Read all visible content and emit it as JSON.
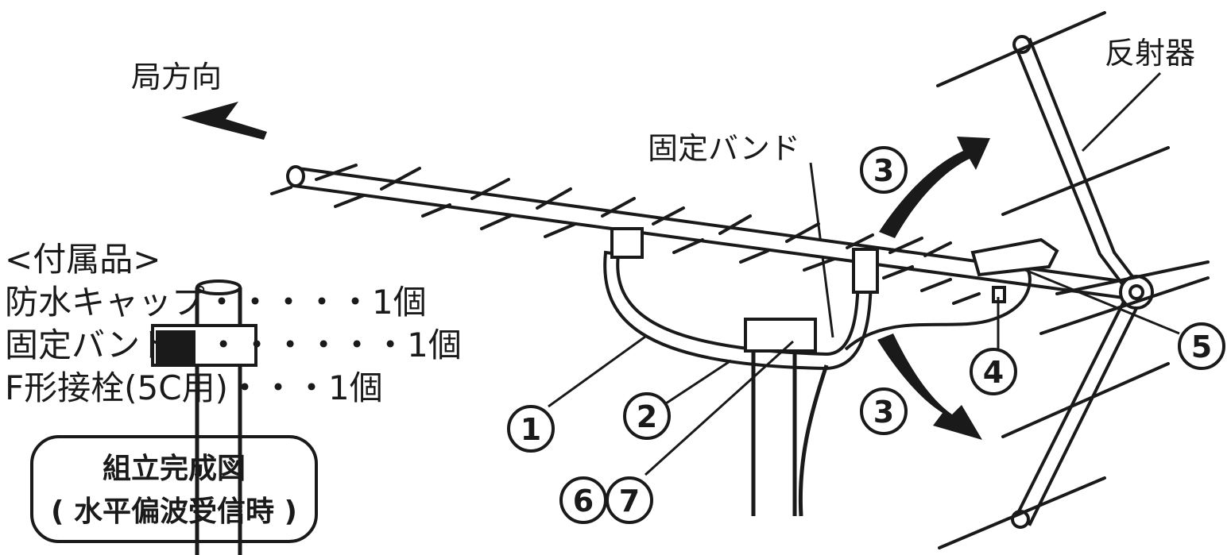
{
  "labels": {
    "station_direction": "局方向",
    "reflector": "反射器",
    "fixing_band": "固定バンド"
  },
  "accessories": {
    "title": "<付属品>",
    "items": [
      "防水キャップ・・・・・1個",
      "固定バンド・・・・・・・1個",
      "F形接栓(5C用)・・・1個"
    ]
  },
  "completion": {
    "line1": "組立完成図",
    "line2": "( 水平偏波受信時 )"
  },
  "callouts": {
    "c1": "1",
    "c2": "2",
    "c3a": "3",
    "c3b": "3",
    "c4": "4",
    "c5": "5",
    "c6": "6",
    "c7": "7"
  },
  "colors": {
    "ink": "#1a1a1a",
    "background": "#ffffff"
  }
}
